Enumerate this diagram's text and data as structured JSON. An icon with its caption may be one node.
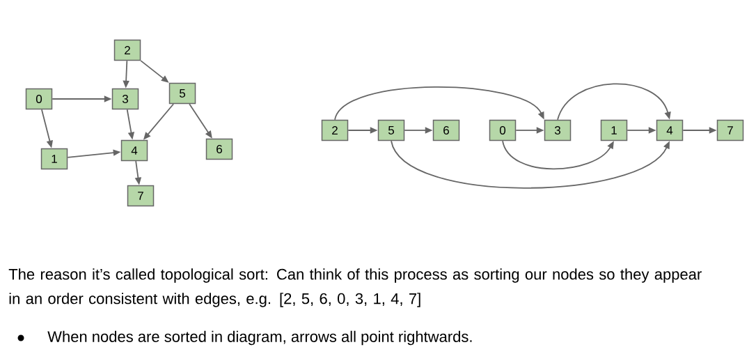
{
  "diagram": {
    "nodes": [
      {
        "text": [
          "2"
        ]
      },
      {
        "text": [
          "0"
        ]
      },
      {
        "text": [
          "3"
        ]
      },
      {
        "text": [
          "5"
        ]
      },
      {
        "text": [
          "4"
        ]
      },
      {
        "text": [
          "1"
        ]
      },
      {
        "text": [
          "6"
        ]
      },
      {
        "text": [
          "7"
        ]
      },
      {
        "text": [
          "2"
        ]
      },
      {
        "text": [
          "5"
        ]
      },
      {
        "text": [
          "6"
        ]
      },
      {
        "text": [
          "0"
        ]
      },
      {
        "text": [
          "3"
        ]
      },
      {
        "text": [
          "1"
        ]
      },
      {
        "text": [
          "4"
        ]
      },
      {
        "text": [
          "7"
        ]
      }
    ],
    "edges": [
      {
        "from": 0,
        "to": 2,
        "arrow": "to"
      },
      {
        "from": 0,
        "to": 3,
        "arrow": "to"
      },
      {
        "from": 1,
        "to": 2,
        "arrow": "to"
      },
      {
        "from": 1,
        "to": 5,
        "arrow": "to"
      },
      {
        "from": 2,
        "to": 4,
        "arrow": "to"
      },
      {
        "from": 3,
        "to": 4,
        "arrow": "to"
      },
      {
        "from": 3,
        "to": 6,
        "arrow": "to"
      },
      {
        "from": 5,
        "to": 4,
        "arrow": "to"
      },
      {
        "from": 4,
        "to": 7,
        "arrow": "to"
      },
      {
        "from": 8,
        "to": 9,
        "arrow": "to"
      },
      {
        "from": 9,
        "to": 10,
        "arrow": "to"
      },
      {
        "from": 11,
        "to": 12,
        "arrow": "to"
      },
      {
        "from": 13,
        "to": 14,
        "arrow": "to"
      },
      {
        "from": 14,
        "to": 15,
        "arrow": "to"
      },
      {
        "from": 8,
        "to": 12,
        "arrow": "to"
      },
      {
        "from": 12,
        "to": 14,
        "arrow": "to"
      },
      {
        "from": 11,
        "to": 13,
        "arrow": "to"
      },
      {
        "from": 9,
        "to": 14,
        "arrow": "to"
      }
    ],
    "labels": [
      "The reason it’s called topological sort: Can think of this process as sorting our nodes so they appear in an order consistent with edges, e.g. [2, 5, 6, 0, 3, 1, 4, 7]",
      "When nodes are sorted in diagram, arrows all point rightwards."
    ]
  }
}
